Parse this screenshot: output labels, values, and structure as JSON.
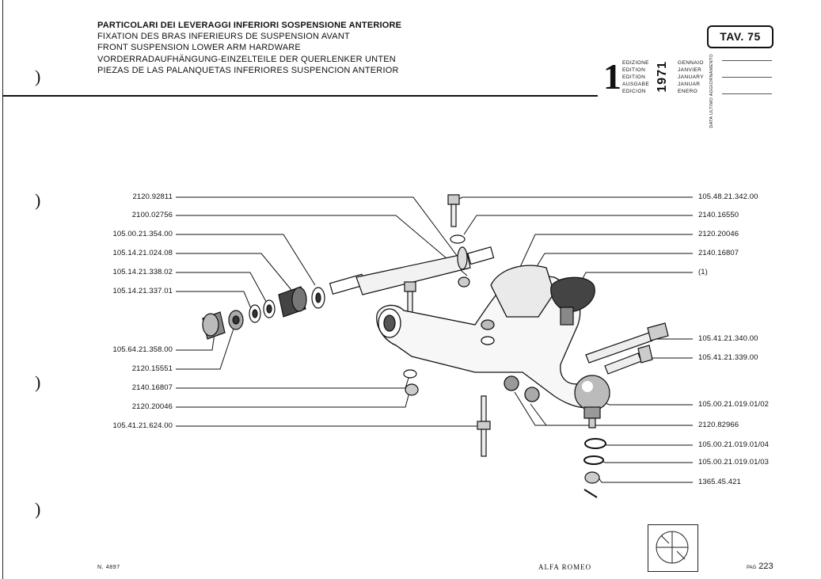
{
  "header": {
    "titles": [
      "PARTICOLARI DEI LEVERAGGI INFERIORI SOSPENSIONE ANTERIORE",
      "FIXATION DES BRAS INFERIEURS DE SUSPENSION AVANT",
      "FRONT SUSPENSION LOWER ARM HARDWARE",
      "VORDERRADAUFHÄNGUNG-EINZELTEILE DER QUERLENKER UNTEN",
      "PIEZAS DE LAS PALANQUETAS INFERIORES SUSPENCION ANTERIOR"
    ],
    "plate": "TAV. 75"
  },
  "edition": {
    "number": "1",
    "labels": [
      "EDIZIONE",
      "EDITION",
      "EDITION",
      "AUSGABE",
      "EDICION"
    ],
    "year": "1971",
    "months": [
      "GENNAIO",
      "JANVIER",
      "JANUARY",
      "JANUAR",
      "ENERO"
    ],
    "update_label": "DATA ULTIMO AGGIORNAMENTO"
  },
  "left_parts": [
    "2120.92811",
    "2100.02756",
    "105.00.21.354.00",
    "105.14.21.024.08",
    "105.14.21.338.02",
    "105.14.21.337.01",
    "105.64.21.358.00",
    "2120.15551",
    "2140.16807",
    "2120.20046",
    "105.41.21.624.00"
  ],
  "right_parts": [
    "105.48.21.342.00",
    "2140.16550",
    "2120.20046",
    "2140.16807",
    "(1)",
    "105.41.21.340.00",
    "105.41.21.339.00",
    "105.00.21.019.01/02",
    "2120.82966",
    "105.00.21.019.01/04",
    "105.00.21.019.01/03",
    "1365.45.421"
  ],
  "margin_marks": [
    ")",
    ")",
    ")",
    ")"
  ],
  "footer": {
    "doc_number": "N. 4897",
    "brand": "ALFA ROMEO",
    "page_label": "PAG",
    "page_number": "223"
  }
}
